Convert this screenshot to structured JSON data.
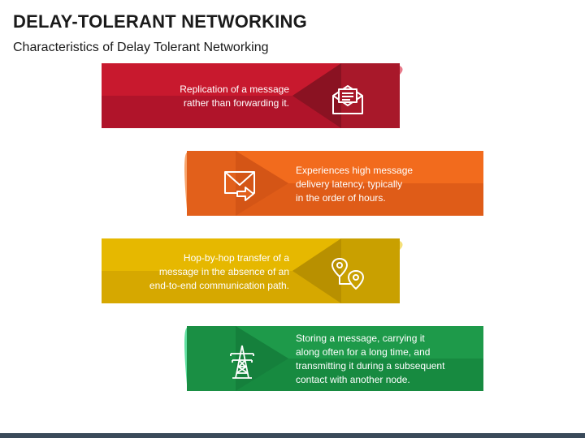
{
  "title": "DELAY-TOLERANT NETWORKING",
  "subtitle": "Characteristics of Delay Tolerant Networking",
  "items": [
    {
      "lines": [
        "Replication of a message",
        "rather than forwarding it."
      ],
      "icon": "envelope-document-icon",
      "color": "#c8192e"
    },
    {
      "lines": [
        "Experiences high message",
        "delivery latency, typically",
        "in the order of hours."
      ],
      "icon": "envelope-forward-icon",
      "color": "#f26b1d"
    },
    {
      "lines": [
        "Hop-by-hop transfer of a",
        "message in the absence of an",
        "end-to-end communication path."
      ],
      "icon": "location-route-icon",
      "color": "#e6b800"
    },
    {
      "lines": [
        "Storing a message, carrying it",
        "along often for a long time, and",
        "transmitting it during a subsequent",
        "contact with another node."
      ],
      "icon": "transmission-tower-icon",
      "color": "#1e9a4a"
    }
  ]
}
